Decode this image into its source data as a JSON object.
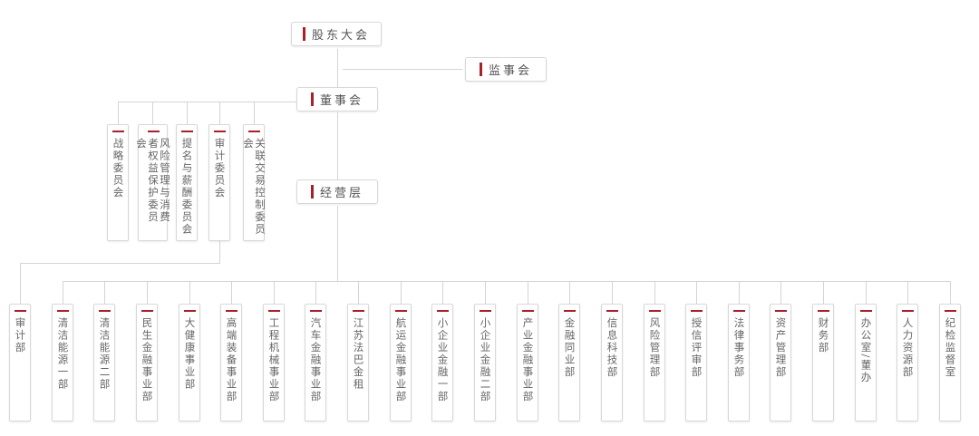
{
  "top": {
    "shareholders": "股东大会",
    "supervisors": "监事会",
    "board": "董事会",
    "management": "经营层"
  },
  "committees": [
    "战略委员会",
    "风险管理与消费者权益保护委员会",
    "提名与薪酬委员会",
    "审计委员会",
    "关联交易控制委员会"
  ],
  "departments": [
    "审计部",
    "清洁能源一部",
    "清洁能源二部",
    "民生金融事业部",
    "大健康事业部",
    "高端装备事业部",
    "工程机械事业部",
    "汽车金融事业部",
    "江苏法巴金租",
    "航运金融事业部",
    "小企业金融一部",
    "小企业金融二部",
    "产业金融事业部",
    "金融同业部",
    "信息科技部",
    "风险管理部",
    "授信评审部",
    "法律事务部",
    "资产管理部",
    "财务部",
    "办公室/董办",
    "人力资源部",
    "纪检监督室"
  ],
  "colors": {
    "accent": "#a8202a",
    "line": "#d4d4d4",
    "border": "#d8d8d8"
  }
}
